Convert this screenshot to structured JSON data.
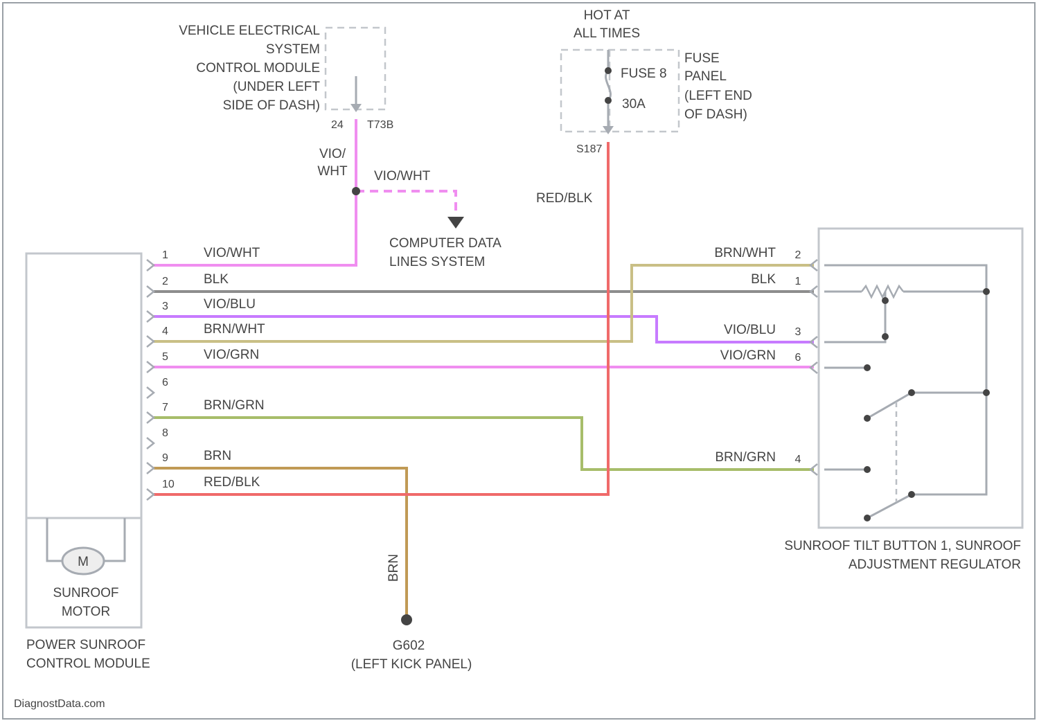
{
  "components": {
    "vecm": {
      "label_lines": [
        "VEHICLE ELECTRICAL",
        "SYSTEM",
        "CONTROL MODULE",
        "(UNDER LEFT",
        "SIDE OF DASH)"
      ],
      "pin": "24",
      "connector": "T73B"
    },
    "fuse": {
      "hot_lines": [
        "HOT AT",
        "ALL TIMES"
      ],
      "name": "FUSE 8",
      "rating": "30A",
      "location_lines": [
        "FUSE",
        "PANEL",
        "(LEFT END",
        "OF DASH)"
      ],
      "connector": "S187"
    },
    "cdl": {
      "label_lines": [
        "COMPUTER DATA",
        "LINES SYSTEM"
      ]
    },
    "sunroof_module": {
      "label_lines": [
        "POWER SUNROOF",
        "CONTROL MODULE"
      ],
      "motor_symbol": "M",
      "motor_lines": [
        "SUNROOF",
        "MOTOR"
      ]
    },
    "switch": {
      "label_lines": [
        "SUNROOF TILT BUTTON 1, SUNROOF",
        "ADJUSTMENT REGULATOR"
      ]
    },
    "ground": {
      "id": "G602",
      "location": "(LEFT KICK PANEL)"
    }
  },
  "wire_colors": {
    "vio_wht": "#f08ef0",
    "blk": "#8d8d8d",
    "vio_blu": "#c77bff",
    "brn_wht": "#c9bf86",
    "vio_grn": "#f08ef0",
    "brn_grn": "#a7bd6a",
    "brn": "#c09a55",
    "red_blk": "#f06a6a"
  },
  "wires": {
    "vecm_drop": [
      "VIO/",
      "WHT"
    ],
    "cdl_branch": "VIO/WHT",
    "fuse_drop": "RED/BLK",
    "ground_drop": "BRN"
  },
  "left_pins": [
    {
      "num": "1",
      "color": "VIO/WHT"
    },
    {
      "num": "2",
      "color": "BLK"
    },
    {
      "num": "3",
      "color": "VIO/BLU"
    },
    {
      "num": "4",
      "color": "BRN/WHT"
    },
    {
      "num": "5",
      "color": "VIO/GRN"
    },
    {
      "num": "6",
      "color": ""
    },
    {
      "num": "7",
      "color": "BRN/GRN"
    },
    {
      "num": "8",
      "color": ""
    },
    {
      "num": "9",
      "color": "BRN"
    },
    {
      "num": "10",
      "color": "RED/BLK"
    }
  ],
  "right_pins": [
    {
      "num": "2",
      "color": "BRN/WHT"
    },
    {
      "num": "1",
      "color": "BLK"
    },
    {
      "num": "3",
      "color": "VIO/BLU"
    },
    {
      "num": "6",
      "color": "VIO/GRN"
    },
    {
      "num": "4",
      "color": "BRN/GRN"
    }
  ],
  "footer": {
    "watermark": "DiagnostData.com"
  }
}
